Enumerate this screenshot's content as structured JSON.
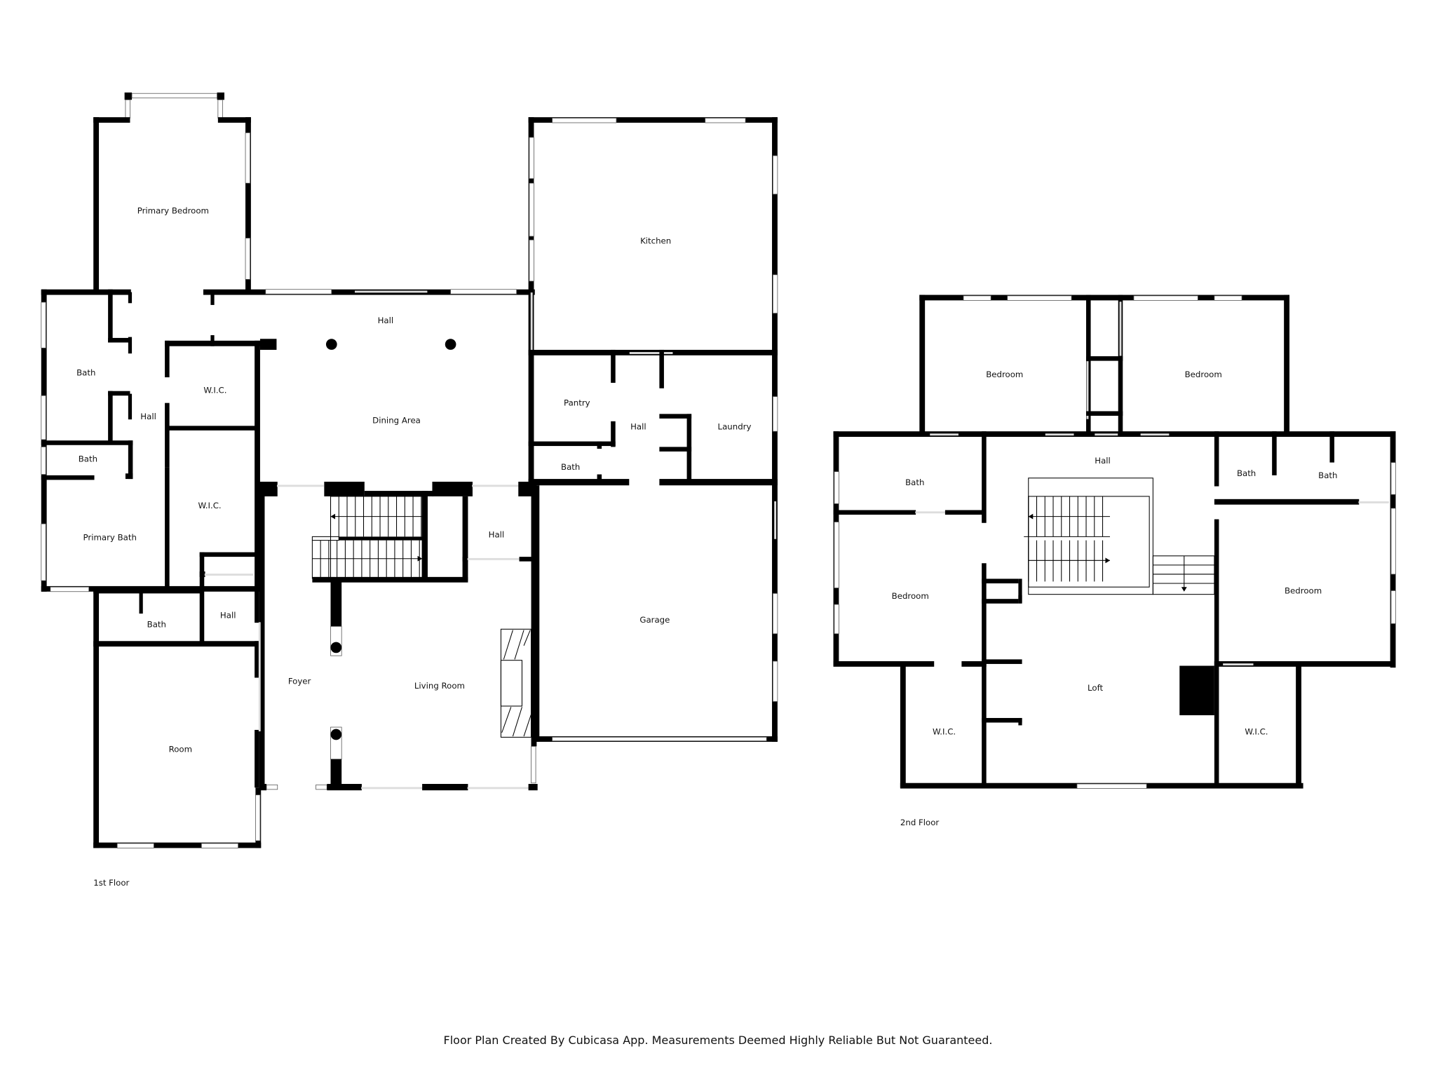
{
  "floor_plan": {
    "floors": [
      {
        "name": "1st Floor",
        "rooms": [
          {
            "id": "primary-bedroom",
            "label": "Primary Bedroom"
          },
          {
            "id": "hall-upper",
            "label": "Hall"
          },
          {
            "id": "kitchen",
            "label": "Kitchen"
          },
          {
            "id": "bath-left-1",
            "label": "Bath"
          },
          {
            "id": "wic-1",
            "label": "W.I.C."
          },
          {
            "id": "hall-left",
            "label": "Hall"
          },
          {
            "id": "dining-area",
            "label": "Dining Area"
          },
          {
            "id": "pantry",
            "label": "Pantry"
          },
          {
            "id": "hall-utility",
            "label": "Hall"
          },
          {
            "id": "laundry",
            "label": "Laundry"
          },
          {
            "id": "bath-left-2",
            "label": "Bath"
          },
          {
            "id": "bath-utility",
            "label": "Bath"
          },
          {
            "id": "wic-2",
            "label": "W.I.C."
          },
          {
            "id": "hall-stair",
            "label": "Hall"
          },
          {
            "id": "primary-bath",
            "label": "Primary Bath"
          },
          {
            "id": "garage",
            "label": "Garage"
          },
          {
            "id": "bath-lower",
            "label": "Bath"
          },
          {
            "id": "hall-lower",
            "label": "Hall"
          },
          {
            "id": "foyer",
            "label": "Foyer"
          },
          {
            "id": "living-room",
            "label": "Living Room"
          },
          {
            "id": "room",
            "label": "Room"
          }
        ]
      },
      {
        "name": "2nd Floor",
        "rooms": [
          {
            "id": "bedroom-nw",
            "label": "Bedroom"
          },
          {
            "id": "bedroom-ne",
            "label": "Bedroom"
          },
          {
            "id": "hall-2",
            "label": "Hall"
          },
          {
            "id": "bath-2-w",
            "label": "Bath"
          },
          {
            "id": "bath-2-c",
            "label": "Bath"
          },
          {
            "id": "bath-2-e",
            "label": "Bath"
          },
          {
            "id": "bedroom-w",
            "label": "Bedroom"
          },
          {
            "id": "bedroom-e",
            "label": "Bedroom"
          },
          {
            "id": "loft",
            "label": "Loft"
          },
          {
            "id": "wic-2-w",
            "label": "W.I.C."
          },
          {
            "id": "wic-2-e",
            "label": "W.I.C."
          }
        ]
      }
    ],
    "footer": "Floor Plan Created By Cubicasa App. Measurements Deemed Highly Reliable But Not Guaranteed.",
    "colors": {
      "wall": "#000000",
      "background": "#ffffff",
      "text": "#111111"
    }
  }
}
